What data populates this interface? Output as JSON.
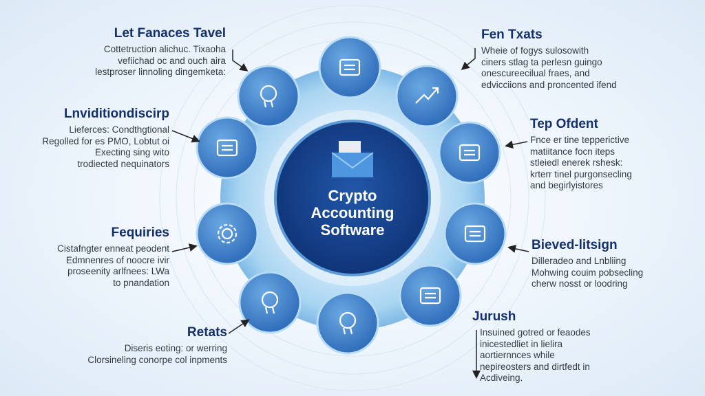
{
  "center": {
    "title_lines": [
      "Crypto",
      "Accounting",
      "Software"
    ],
    "icon": "envelope-icon"
  },
  "blocks": [
    {
      "id": "left-1",
      "title": "Let Fanaces Tavel",
      "lines": [
        "Cottetruction alichuc. Tixaoha",
        "vefiichad oc and ouch aira",
        "lestproser linnoling dingemketa:"
      ]
    },
    {
      "id": "left-2",
      "title": "Lnviditiondiscirp",
      "lines": [
        "Lieferces: Condthgtional",
        "Regolled for es PMO, Lobtut oi",
        "Execting sing wito",
        "trodiected nequinators"
      ]
    },
    {
      "id": "left-3",
      "title": "Fequiries",
      "lines": [
        "Cistafngter enneat peodent",
        "Edmnenres of noocre ivir",
        "proseenity arlfnees: LWa",
        "to pnandation"
      ]
    },
    {
      "id": "left-4",
      "title": "Retats",
      "lines": [
        "Diseris eoting: or werring",
        "Clorsineling conorpe col inpments"
      ]
    },
    {
      "id": "right-1",
      "title": "Fen Txats",
      "lines": [
        "Wheie of fogys sulosowith",
        "ciners stlag ta perlesn guingo",
        "onescureecilual fraes, and",
        "edvicciions and proncented ifend"
      ]
    },
    {
      "id": "right-2",
      "title": "Tep Ofdent",
      "lines": [
        "Fnce er tine tepperictive",
        "matiitance focn iteps",
        "stleiedl enerek rshesk:",
        "krterr tinel purgonsecling",
        "and begirlyistores"
      ]
    },
    {
      "id": "right-3",
      "title": "Bieved-litsign",
      "lines": [
        "Dilleradeo and Lnbliing",
        "Mohwing couim pobsecling",
        "cherw nosst or loodring"
      ]
    },
    {
      "id": "right-4",
      "title": "Jurush",
      "lines": [
        "Insuined gotred or feaodes",
        "inicestedliet in lielira",
        "aortiernnces while",
        "nepireosters and dirtfedt in",
        "Acdiveing."
      ]
    }
  ],
  "colors": {
    "accent": "#2d6fc0",
    "dark": "#163f86",
    "ring": "#9fcdef"
  }
}
